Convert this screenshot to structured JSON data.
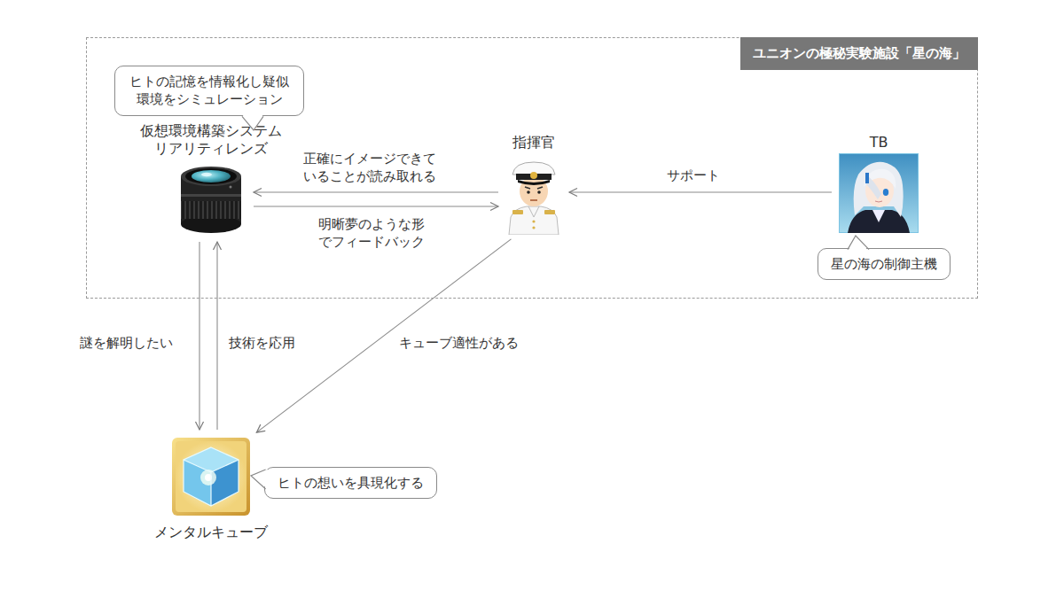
{
  "diagram": {
    "nodes": [
      {
        "text": [
          "ユニオンの極秘実験施設「星の海」"
        ]
      },
      {
        "text": [
          "ヒトの記憶を情報化し疑似環境をシミュレーション"
        ],
        "in": 0
      },
      {
        "text": [
          "仮想環境構築システム リアリティレンズ"
        ],
        "in": 0
      },
      {
        "text": [
          "指揮官"
        ],
        "in": 0
      },
      {
        "text": [
          "TB"
        ],
        "in": 0
      },
      {
        "text": [
          "星の海の制御主機"
        ],
        "in": 0
      },
      {
        "text": [
          "メンタルキューブ"
        ]
      },
      {
        "text": [
          "ヒトの想いを具現化する"
        ]
      }
    ],
    "edges": [
      {
        "from": 3,
        "to": 2,
        "arrow": "to",
        "label": "正確にイメージできていることが読み取れる"
      },
      {
        "from": 2,
        "to": 3,
        "arrow": "to",
        "label": "明晰夢のような形でフィードバック"
      },
      {
        "from": 4,
        "to": 3,
        "arrow": "to",
        "label": "サポート"
      },
      {
        "from": 2,
        "to": 6,
        "arrow": "to",
        "label": "謎を解明したい"
      },
      {
        "from": 6,
        "to": 2,
        "arrow": "to",
        "label": "技術を応用"
      },
      {
        "from": 3,
        "to": 6,
        "arrow": "to",
        "label": "キューブ適性がある"
      }
    ]
  }
}
